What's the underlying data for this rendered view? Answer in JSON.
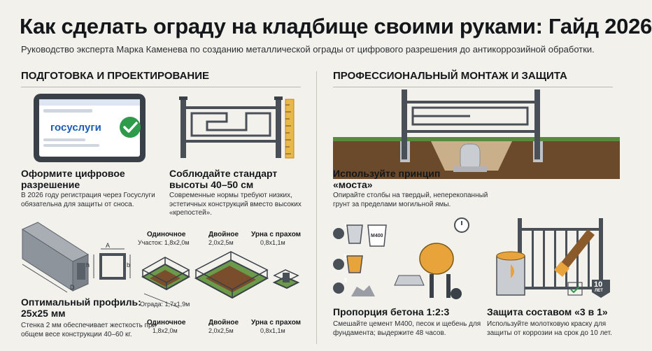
{
  "header": {
    "title": "Как сделать ограду на кладбище своими руками: Гайд 2026",
    "subtitle": "Руководство эксперта Марка Каменева по созданию металлической ограды от цифрового разрешения до антикоррозийной обработки."
  },
  "left_section": {
    "heading": "ПОДГОТОВКА И ПРОЕКТИРОВАНИЕ",
    "permit": {
      "logo_text": "госуслуги",
      "title": "Оформите цифровое разрешение",
      "text": "В 2026 году регистрация через Госуслуги обязательна для защиты от сноса."
    },
    "height": {
      "title": "Соблюдайте стандарт высоты 40–50 см",
      "text": "Современные нормы требуют низких, эстетичных конструкций вместо высоких «крепостей»."
    },
    "profile": {
      "title": "Оптимальный профиль: 25x25 мм",
      "text": "Стенка 2 мм обеспечивает жесткость при общем весе конструкции 40–60 кг.",
      "dim_a": "A",
      "dim_h": "h",
      "dim_b": "b",
      "dim_d": "D"
    },
    "sizes": {
      "single_label": "Одиночное",
      "single_area": "Участок: 1,8x2,0м",
      "double_label": "Двойное",
      "double_area": "2,0x2,5м",
      "urn_label": "Урна с прахом",
      "urn_area": "0,8x1,1м",
      "fence_note": "Ограда: 1,7x1,9м",
      "bottom_single_label": "Одиночное",
      "bottom_single_area": "1,8x2,0м",
      "bottom_double_label": "Двойное",
      "bottom_double_area": "2,0x2,5м",
      "bottom_urn_label": "Урна с прахом",
      "bottom_urn_area": "0,8x1,1м"
    }
  },
  "right_section": {
    "heading": "ПРОФЕССИОНАЛЬНЫЙ МОНТАЖ И ЗАЩИТА",
    "bridge": {
      "title": "Используйте принцип «моста»",
      "text": "Опирайте столбы на твердый, неперекопанный грунт за пределами могильной ямы."
    },
    "concrete": {
      "title": "Пропорция бетона 1:2:3",
      "text": "Смешайте цемент М400, песок и щебень для фундамента; выдержите 48 часов.",
      "step1": "1",
      "step2": "2",
      "step3": "3",
      "bucket_label": "M400"
    },
    "protection": {
      "title": "Защита составом «3 в 1»",
      "text": "Используйте молотковую краску для защиты от коррозии на срок до 10 лет.",
      "badge_number": "10",
      "badge_unit": "ЛЕТ"
    }
  },
  "colors": {
    "background": "#f3f1ec",
    "metal": "#4a5058",
    "soil": "#6b4a2c",
    "concrete": "#e8a33a",
    "accent_green": "#2e9b4a"
  }
}
